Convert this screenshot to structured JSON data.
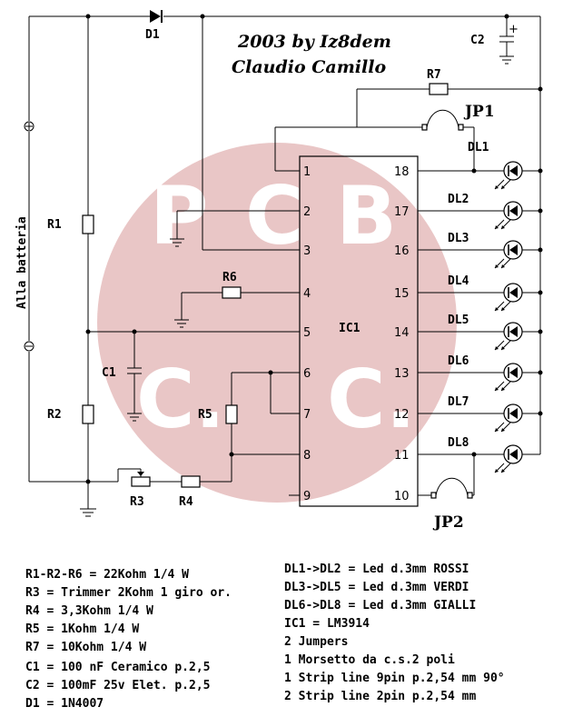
{
  "title": {
    "line1": "2003 by Iz8dem",
    "line2": "Claudio Camillo"
  },
  "watermark": {
    "letters": [
      "P",
      "C",
      "B",
      "C.",
      "C."
    ],
    "color": "#e9c6c6"
  },
  "side_label": "Alla batteria",
  "components": {
    "D1": "D1",
    "C2": "C2",
    "R7": "R7",
    "JP1": "JP1",
    "JP2": "JP2",
    "R1": "R1",
    "R2": "R2",
    "R3": "R3",
    "R4": "R4",
    "R5": "R5",
    "R6": "R6",
    "C1": "C1",
    "IC1": "IC1",
    "C2_plus": "+"
  },
  "ic_pins_left": [
    "1",
    "2",
    "3",
    "4",
    "5",
    "6",
    "7",
    "8",
    "9"
  ],
  "ic_pins_right": [
    "18",
    "17",
    "16",
    "15",
    "14",
    "13",
    "12",
    "11",
    "10"
  ],
  "leds": [
    "DL1",
    "DL2",
    "DL3",
    "DL4",
    "DL5",
    "DL6",
    "DL7",
    "DL8"
  ],
  "bom_left": [
    "R1-R2-R6 = 22Kohm 1/4 W",
    "R3 = Trimmer 2Kohm 1 giro or.",
    "R4 = 3,3Kohm 1/4 W",
    "R5 = 1Kohm 1/4 W",
    "R7 = 10Kohm 1/4 W",
    "C1 = 100 nF Ceramico  p.2,5",
    "C2 = 100mF 25v Elet. p.2,5",
    "D1 = 1N4007"
  ],
  "bom_right": [
    "DL1->DL2 = Led d.3mm ROSSI",
    "DL3->DL5 = Led d.3mm VERDI",
    "DL6->DL8 = Led d.3mm GIALLI",
    "IC1 = LM3914",
    "2 Jumpers",
    "1 Morsetto da c.s.2 poli",
    "1 Strip line 9pin p.2,54 mm 90°",
    "2 Strip line 2pin p.2,54 mm"
  ]
}
